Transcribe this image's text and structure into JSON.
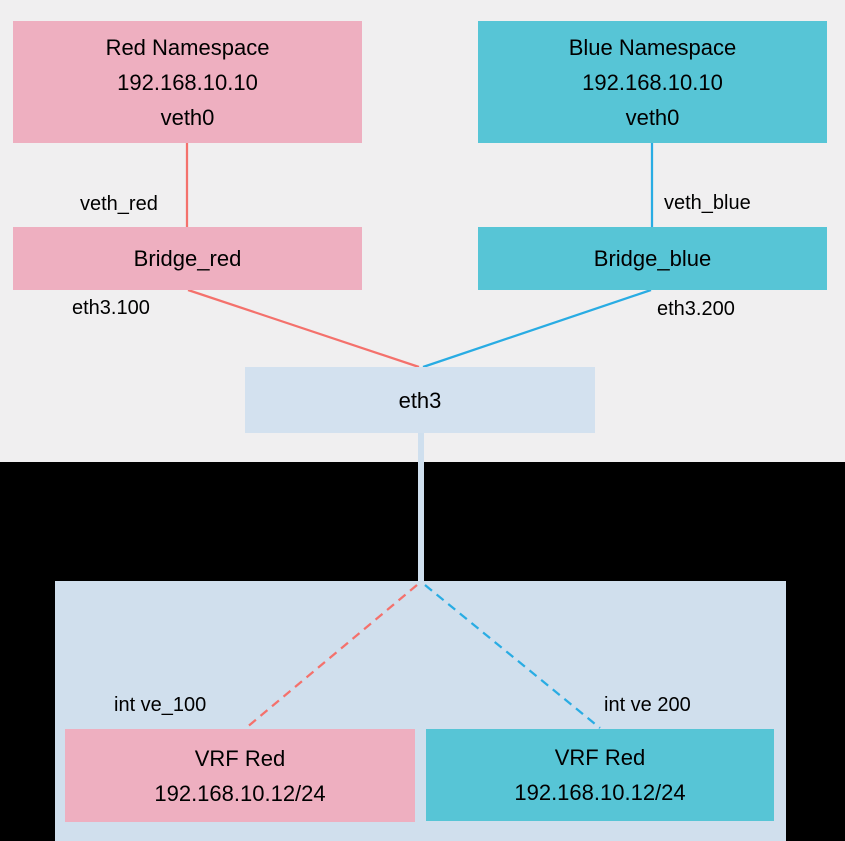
{
  "diagram": {
    "nodes": {
      "red_namespace": {
        "line1": "Red Namespace",
        "line2": "192.168.10.10",
        "line3": "veth0"
      },
      "blue_namespace": {
        "line1": "Blue Namespace",
        "line2": "192.168.10.10",
        "line3": "veth0"
      },
      "bridge_red": {
        "label": "Bridge_red"
      },
      "bridge_blue": {
        "label": "Bridge_blue"
      },
      "eth3": {
        "label": "eth3"
      },
      "vrf_100": {
        "line1": "VRF Red",
        "line2": "192.168.10.12/24"
      },
      "vrf_200": {
        "line1": "VRF Red",
        "line2": "192.168.10.12/24"
      }
    },
    "labels": {
      "veth_red": "veth_red",
      "veth_blue": "veth_blue",
      "eth3_100": "eth3.100",
      "eth3_200": "eth3.200",
      "int_ve_100": "int ve_100",
      "int_ve_200": "int ve 200"
    },
    "colors": {
      "pink": "#eeafc0",
      "teal": "#57c5d6",
      "eth3_fill": "#d3e1ef",
      "panel_fill": "#d0dfed",
      "background": "#f0eff0",
      "black_band": "#000000",
      "red_link": "#f4716c",
      "blue_link": "#29ace3",
      "trunk_link": "#cfdfee",
      "text": "#000000"
    }
  }
}
